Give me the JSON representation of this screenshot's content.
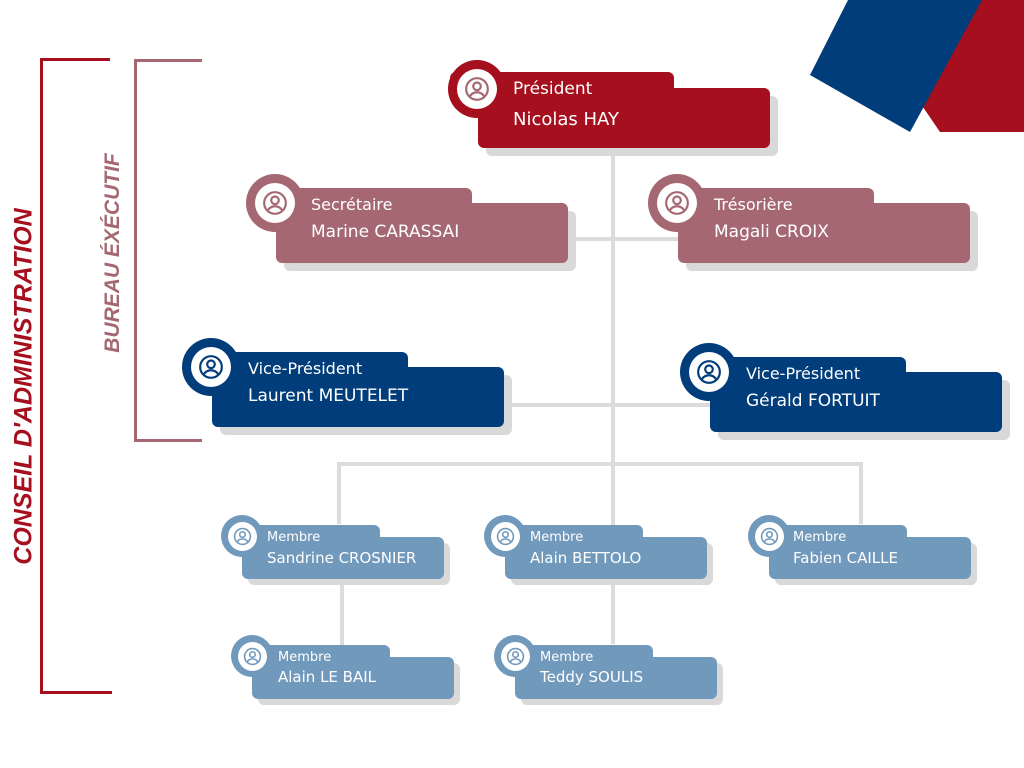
{
  "side": {
    "conseil_label": "CONSEIL D'ADMINISTRATION",
    "bureau_label": "BUREAU ÉXÉCUTIF"
  },
  "colors": {
    "crimson": "#a50f1e",
    "rose": "#a56872",
    "navy": "#003d7a",
    "steel": "#7099bc",
    "connector": "#dcdcdc"
  },
  "president": {
    "role": "Président",
    "name": "Nicolas HAY"
  },
  "secretaire": {
    "role": "Secrétaire",
    "name": "Marine CARASSAI"
  },
  "tresoriere": {
    "role": "Trésorière",
    "name": "Magali CROIX"
  },
  "vp1": {
    "role": "Vice-Président",
    "name": "Laurent MEUTELET"
  },
  "vp2": {
    "role": "Vice-Président",
    "name": "Gérald FORTUIT"
  },
  "members": [
    {
      "role": "Membre",
      "name": "Sandrine CROSNIER"
    },
    {
      "role": "Membre",
      "name": "Alain BETTOLO"
    },
    {
      "role": "Membre",
      "name": "Fabien CAILLE"
    },
    {
      "role": "Membre",
      "name": "Alain LE BAIL"
    },
    {
      "role": "Membre",
      "name": "Teddy SOULIS"
    }
  ],
  "icons": {
    "person": "user-circle-icon"
  }
}
